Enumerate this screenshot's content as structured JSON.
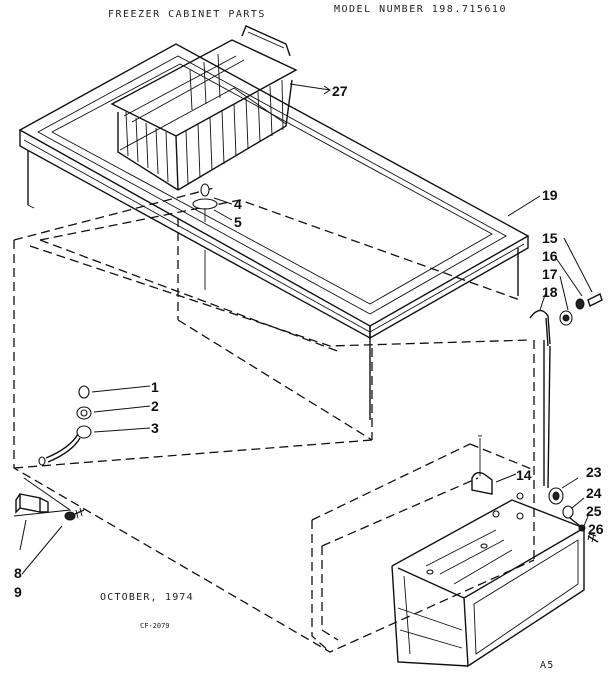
{
  "header": {
    "title": "FREEZER CABINET PARTS",
    "model": "MODEL NUMBER 198.715610"
  },
  "callouts": {
    "p1": "1",
    "p2": "2",
    "p3": "3",
    "p4": "4",
    "p5": "5",
    "p8": "8",
    "p9": "9",
    "p14": "14",
    "p15": "15",
    "p16": "16",
    "p17": "17",
    "p18": "18",
    "p19": "19",
    "p23": "23",
    "p24": "24",
    "p25": "25",
    "p26": "26",
    "p27": "27"
  },
  "footer": {
    "date": "OCTOBER, 1974",
    "code": "CF-2079",
    "page": "A5"
  }
}
